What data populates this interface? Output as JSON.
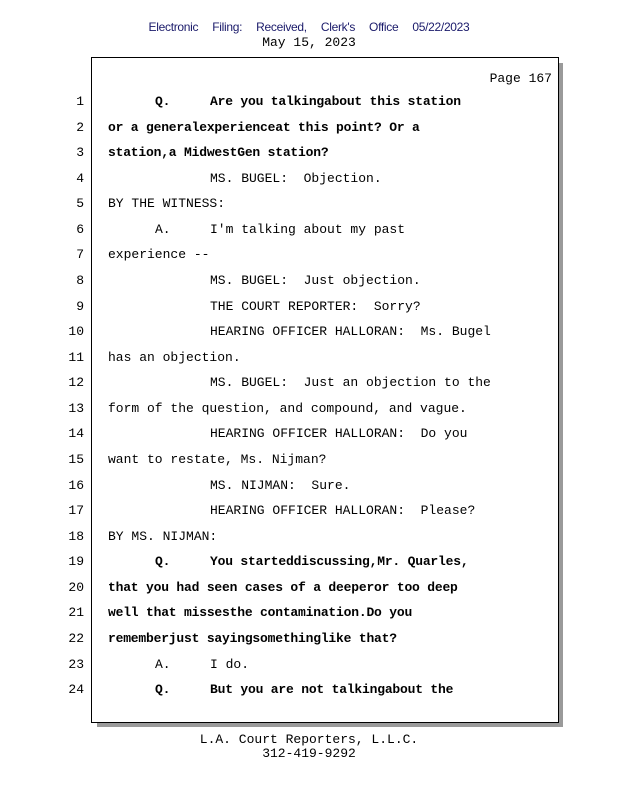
{
  "header": {
    "filing": [
      "Electronic",
      "Filing:",
      "Received,",
      "Clerk's",
      "Office",
      "05/22/2023"
    ],
    "date": "May 15, 2023"
  },
  "page_label": "Page 167",
  "lines": [
    {
      "n": "1",
      "prefix": "Q.",
      "text": "Are you talkingabout this station",
      "bold": true,
      "indent": "q"
    },
    {
      "n": "2",
      "text": "or a generalexperienceat this point? Or a",
      "bold": true
    },
    {
      "n": "3",
      "text": "station,a MidwestGen station?",
      "bold": true
    },
    {
      "n": "4",
      "text": "MS. BUGEL:  Objection.",
      "indent": "s"
    },
    {
      "n": "5",
      "text": "BY THE WITNESS:"
    },
    {
      "n": "6",
      "prefix": "A.",
      "text": "I'm talking about my past",
      "indent": "q"
    },
    {
      "n": "7",
      "text": "experience --"
    },
    {
      "n": "8",
      "text": "MS. BUGEL:  Just objection.",
      "indent": "s"
    },
    {
      "n": "9",
      "text": "THE COURT REPORTER:  Sorry?",
      "indent": "s"
    },
    {
      "n": "10",
      "text": "HEARING OFFICER HALLORAN:  Ms. Bugel",
      "indent": "s"
    },
    {
      "n": "11",
      "text": "has an objection."
    },
    {
      "n": "12",
      "text": "MS. BUGEL:  Just an objection to the",
      "indent": "s"
    },
    {
      "n": "13",
      "text": "form of the question, and compound, and vague."
    },
    {
      "n": "14",
      "text": "HEARING OFFICER HALLORAN:  Do you",
      "indent": "s"
    },
    {
      "n": "15",
      "text": "want to restate, Ms. Nijman?"
    },
    {
      "n": "16",
      "text": "MS. NIJMAN:  Sure.",
      "indent": "s"
    },
    {
      "n": "17",
      "text": "HEARING OFFICER HALLORAN:  Please?",
      "indent": "s"
    },
    {
      "n": "18",
      "text": "BY MS. NIJMAN:"
    },
    {
      "n": "19",
      "prefix": "Q.",
      "text": "You starteddiscussing,Mr. Quarles,",
      "bold": true,
      "indent": "q"
    },
    {
      "n": "20",
      "text": "that you had seen cases of a deeperor too deep",
      "bold": true
    },
    {
      "n": "21",
      "text": "well that missesthe contamination.Do you",
      "bold": true
    },
    {
      "n": "22",
      "text": "rememberjust sayingsomethinglike that?",
      "bold": true
    },
    {
      "n": "23",
      "prefix": "A.",
      "text": "I do.",
      "indent": "q"
    },
    {
      "n": "24",
      "prefix": "Q.",
      "text": "But you are not talkingabout the",
      "bold": true,
      "indent": "q"
    }
  ],
  "footer": {
    "company": "L.A. Court Reporters, L.L.C.",
    "phone": "312-419-9292"
  }
}
